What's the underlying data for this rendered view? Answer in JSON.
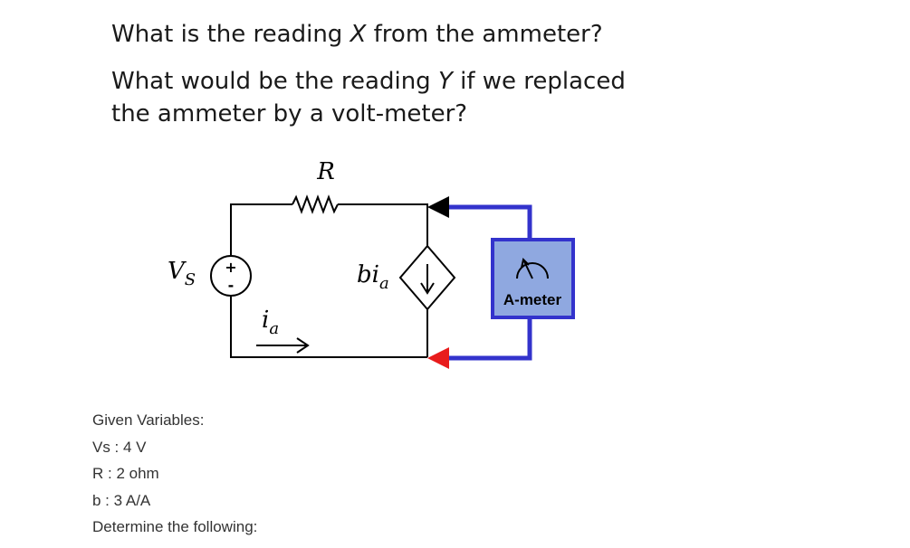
{
  "question1": {
    "before": "What is the reading ",
    "var": "X",
    "after": " from the ammeter?"
  },
  "question2": {
    "line1_before": "What would be the reading ",
    "line1_var": "Y",
    "line1_after": " if we replaced",
    "line2": "the ammeter by a volt-meter?"
  },
  "circuit": {
    "resistor_label": "R",
    "source_label": "V",
    "source_subscript": "S",
    "source_plus": "+",
    "source_minus": "-",
    "current_label": "i",
    "current_subscript": "a",
    "dependent_label": "bi",
    "dependent_subscript": "a",
    "meter_label": "A-meter",
    "colors": {
      "wire": "#000000",
      "probe_wire": "#3333cc",
      "meter_fill": "#8fa8e0",
      "meter_border": "#3333cc",
      "positive_terminal": "#000000",
      "negative_terminal": "#e81c1c"
    }
  },
  "given": {
    "heading": "Given Variables:",
    "vs": "Vs : 4 V",
    "r": "R : 2 ohm",
    "b": "b : 3 A/A",
    "footer": "Determine the following:"
  }
}
